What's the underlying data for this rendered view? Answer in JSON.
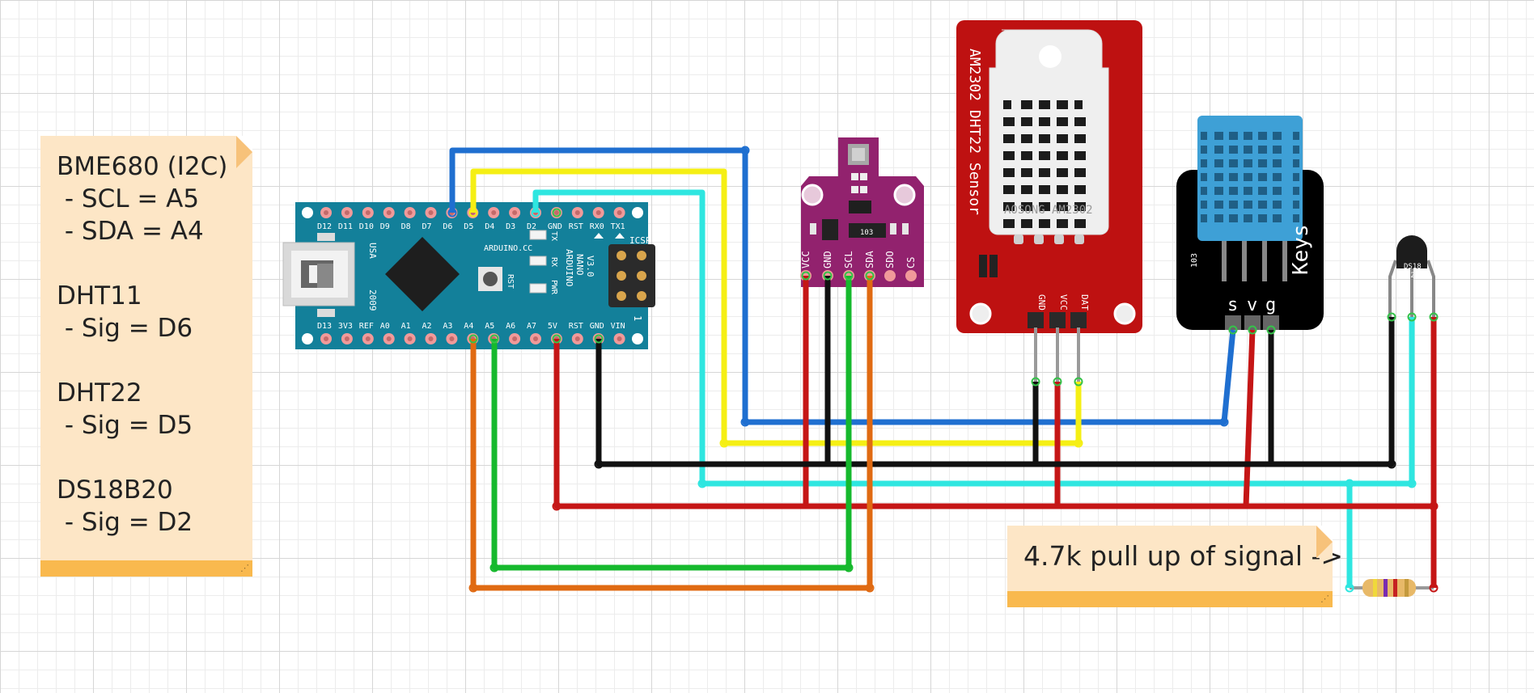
{
  "notes": {
    "main": "BME680 (I2C)\n - SCL = A5\n - SDA = A4\n\nDHT11\n - Sig = D6\n\nDHT22\n - Sig = D5\n\nDS18B20\n - Sig = D2",
    "pullup": "4.7k pull up of signal ->"
  },
  "arduino": {
    "top_pins": [
      "D12",
      "D11",
      "D10",
      "D9",
      "D8",
      "D7",
      "D6",
      "D5",
      "D4",
      "D3",
      "D2",
      "GND",
      "RST",
      "RX0",
      "TX1"
    ],
    "bottom_pins": [
      "D13",
      "3V3",
      "REF",
      "A0",
      "A1",
      "A2",
      "A3",
      "A4",
      "A5",
      "A6",
      "A7",
      "5V",
      "RST",
      "GND",
      "VIN"
    ],
    "brand": "ARDUINO.CC",
    "model": "ARDUINO\nNANO\nV3.0",
    "usa": "USA",
    "year": "2009",
    "rst": "RST",
    "icsp": "ICSP",
    "led_tx": "TX",
    "led_rx": "RX",
    "led_pwr": "PWR",
    "icsp_pin1": "1"
  },
  "bme680": {
    "pins": [
      "VCC",
      "GND",
      "SCL",
      "SDA",
      "SDO",
      "CS"
    ],
    "chip": "103"
  },
  "dht22": {
    "title": "AM2302 DHT22 Sensor",
    "brand": "AOSONG AM2302",
    "pins": [
      "GND",
      "VCC",
      "DAT"
    ]
  },
  "dht11": {
    "brand": "Keys",
    "side_label": "103",
    "pins": [
      "s",
      "v",
      "g"
    ]
  },
  "ds18b20": {
    "label_line1": "DS18",
    "label_line2": "B20"
  },
  "colors": {
    "blue": "#1f6fd0",
    "yellow": "#f5ef14",
    "cyan": "#2fe6e0",
    "red": "#c51616",
    "black": "#111111",
    "green": "#16b92d",
    "orange": "#e06a12",
    "grey": "#9a9a9a",
    "arduino_board": "#13809a",
    "bme_board": "#92226e",
    "dht22_board": "#be1111",
    "dht11_shell": "#3ea0d6",
    "note_fill": "#fde6c6",
    "note_bar": "#f9b94e"
  }
}
